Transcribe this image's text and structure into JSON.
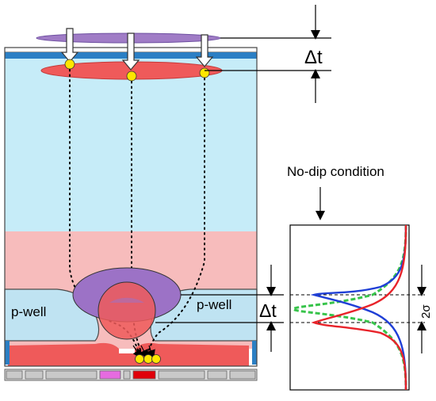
{
  "labels": {
    "delta_t_top": "Δt",
    "delta_t_mid": "Δt",
    "pwell_left": "p-well",
    "pwell_right": "p-well",
    "no_dip": "No-dip condition",
    "two_sigma": "2σ"
  },
  "colors": {
    "sky_blue": "#c6ecf8",
    "pink_region": "#f7bcbc",
    "pwell_fill": "#bfe3f2",
    "red_layer": "#ef5a5a",
    "purple_ellipse": "#a07cc6",
    "yellow_dot": "#ffe600",
    "blue_curve": "#1f3fd6",
    "red_curve": "#e8232a",
    "green_curve": "#38c44b",
    "magenta_pad": "#e66be0",
    "red_pad": "#e0000a",
    "gray_pad": "#c9c9c9"
  }
}
